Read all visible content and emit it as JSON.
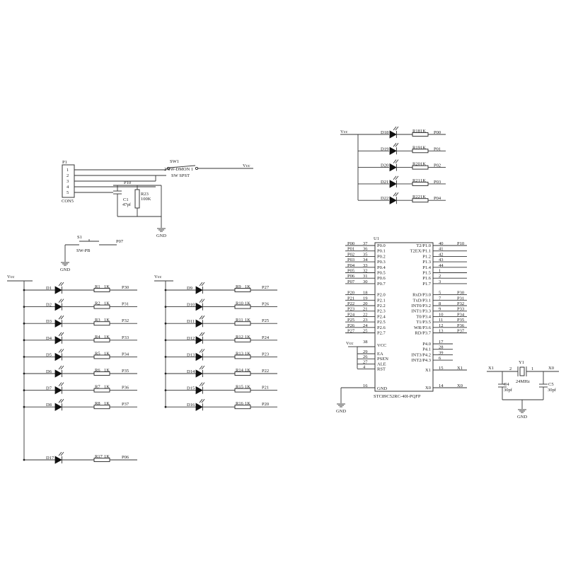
{
  "power": {
    "vcc": "Vcc",
    "gnd": "GND"
  },
  "p1": {
    "ref": "P1",
    "value": "CON5",
    "pins": [
      "1",
      "2",
      "3",
      "4",
      "5"
    ],
    "sw1_ref": "SW1",
    "sw1_body": "2 SW-DMON 1",
    "sw1_value": "SW SPST",
    "vcc": "Vcc",
    "net": "P10",
    "cap_ref": "C1",
    "cap_value": "47pf",
    "res_ref": "R23",
    "res_value": "100K",
    "gnd": "GND"
  },
  "s1": {
    "ref": "S1",
    "value": "SW-PB",
    "net": "P07",
    "gnd": "GND"
  },
  "led_group_right": {
    "vcc": "Vcc",
    "rows": [
      {
        "led": "D18",
        "res": "R18",
        "val": "1K",
        "net": "P00"
      },
      {
        "led": "D19",
        "res": "R19",
        "val": "1K",
        "net": "P01"
      },
      {
        "led": "D20",
        "res": "R20",
        "val": "1K",
        "net": "P02"
      },
      {
        "led": "D21",
        "res": "R21",
        "val": "1K",
        "net": "P03"
      },
      {
        "led": "D22",
        "res": "R22",
        "val": "1K",
        "net": "P04"
      }
    ]
  },
  "led_group_left": {
    "vcc": "Vcc",
    "rows": [
      {
        "led": "D1",
        "res": "R1",
        "val": "1K",
        "net": "P30"
      },
      {
        "led": "D2",
        "res": "R2",
        "val": "1K",
        "net": "P31"
      },
      {
        "led": "D3",
        "res": "R3",
        "val": "1K",
        "net": "P32"
      },
      {
        "led": "D4",
        "res": "R4",
        "val": "1K",
        "net": "P33"
      },
      {
        "led": "D5",
        "res": "R5",
        "val": "1K",
        "net": "P34"
      },
      {
        "led": "D6",
        "res": "R6",
        "val": "1K",
        "net": "P35"
      },
      {
        "led": "D7",
        "res": "R7",
        "val": "1K",
        "net": "P36"
      },
      {
        "led": "D8",
        "res": "R8",
        "val": "1K",
        "net": "P37"
      }
    ],
    "extra": {
      "led": "D17",
      "res": "R17",
      "val": "1K",
      "net": "P06"
    }
  },
  "led_group_mid": {
    "vcc": "Vcc",
    "rows": [
      {
        "led": "D9",
        "res": "R9",
        "val": "1K",
        "net": "P27"
      },
      {
        "led": "D10",
        "res": "R10",
        "val": "1K",
        "net": "P26"
      },
      {
        "led": "D11",
        "res": "R11",
        "val": "1K",
        "net": "P25"
      },
      {
        "led": "D12",
        "res": "R12",
        "val": "1K",
        "net": "P24"
      },
      {
        "led": "D13",
        "res": "R13",
        "val": "1K",
        "net": "P23"
      },
      {
        "led": "D14",
        "res": "R14",
        "val": "1K",
        "net": "P22"
      },
      {
        "led": "D15",
        "res": "R15",
        "val": "1K",
        "net": "P21"
      },
      {
        "led": "D16",
        "res": "R16",
        "val": "1K",
        "net": "P20"
      }
    ]
  },
  "u1": {
    "ref": "U1",
    "part": "STC89C52RC-40I-PQFP",
    "left_pins": [
      {
        "net": "P00",
        "num": "37",
        "name": "P0.0"
      },
      {
        "net": "P01",
        "num": "36",
        "name": "P0.1"
      },
      {
        "net": "P02",
        "num": "35",
        "name": "P0.2"
      },
      {
        "net": "P03",
        "num": "34",
        "name": "P0.3"
      },
      {
        "net": "P04",
        "num": "33",
        "name": "P0.4"
      },
      {
        "net": "P05",
        "num": "32",
        "name": "P0.5"
      },
      {
        "net": "P06",
        "num": "31",
        "name": "P0.6"
      },
      {
        "net": "P07",
        "num": "30",
        "name": "P0.7"
      },
      {
        "net": "P20",
        "num": "18",
        "name": "P2.0"
      },
      {
        "net": "P21",
        "num": "19",
        "name": "P2.1"
      },
      {
        "net": "P22",
        "num": "20",
        "name": "P2.2"
      },
      {
        "net": "P23",
        "num": "21",
        "name": "P2.3"
      },
      {
        "net": "P24",
        "num": "22",
        "name": "P2.4"
      },
      {
        "net": "P25",
        "num": "23",
        "name": "P2.5"
      },
      {
        "net": "P26",
        "num": "24",
        "name": "P2.6"
      },
      {
        "net": "P27",
        "num": "25",
        "name": "P2.7"
      }
    ],
    "right_pins": [
      {
        "name": "T2/P1.0",
        "num": "40",
        "net": "P10"
      },
      {
        "name": "T2EX/P1.1",
        "num": "41",
        "net": ""
      },
      {
        "name": "P1.2",
        "num": "42",
        "net": ""
      },
      {
        "name": "P1.3",
        "num": "43",
        "net": ""
      },
      {
        "name": "P1.4",
        "num": "44",
        "net": ""
      },
      {
        "name": "P1.5",
        "num": "1",
        "net": ""
      },
      {
        "name": "P1.6",
        "num": "2",
        "net": ""
      },
      {
        "name": "P1.7",
        "num": "3",
        "net": ""
      },
      {
        "name": "RxD/P3.0",
        "num": "5",
        "net": "P30"
      },
      {
        "name": "TxD/P3.1",
        "num": "7",
        "net": "P31"
      },
      {
        "name": "INT0/P3.2",
        "num": "8",
        "net": "P32"
      },
      {
        "name": "INT1/P3.3",
        "num": "9",
        "net": "P33"
      },
      {
        "name": "T0/P3.4",
        "num": "10",
        "net": "P34"
      },
      {
        "name": "T1/P3.5",
        "num": "11",
        "net": "P35"
      },
      {
        "name": "WR/P3.6",
        "num": "12",
        "net": "P36"
      },
      {
        "name": "RD/P3.7",
        "num": "13",
        "net": "P37"
      }
    ],
    "vcc_pin": {
      "num": "38",
      "name": "VCC",
      "net": "Vcc"
    },
    "p4_pins": [
      {
        "name": "P4.0",
        "num": "17"
      },
      {
        "name": "P4.1",
        "num": "28"
      },
      {
        "name": "INT3/P4.2",
        "num": "39"
      },
      {
        "name": "INT2/P4.3",
        "num": "6"
      }
    ],
    "ctrl_pins": [
      {
        "num": "29",
        "name": "EA"
      },
      {
        "num": "26",
        "name": "PSEN"
      },
      {
        "num": "27",
        "name": "ALE"
      },
      {
        "num": "4",
        "name": "RST"
      }
    ],
    "x1_pin": {
      "name": "X1",
      "num": "15",
      "net": "X1"
    },
    "x0_pin": {
      "name": "X0",
      "num": "14",
      "net": "X0"
    },
    "gnd_pin": {
      "num": "16",
      "name": "GND",
      "net": "GND"
    }
  },
  "crystal": {
    "ref": "Y1",
    "value": "24MHz",
    "left_net": "X1",
    "right_net": "X0",
    "pin_left": "2",
    "pin_right": "1",
    "c_left_ref": "C4",
    "c_left_value": "30pf",
    "c_right_ref": "C5",
    "c_right_value": "30pf",
    "gnd": "GND"
  }
}
